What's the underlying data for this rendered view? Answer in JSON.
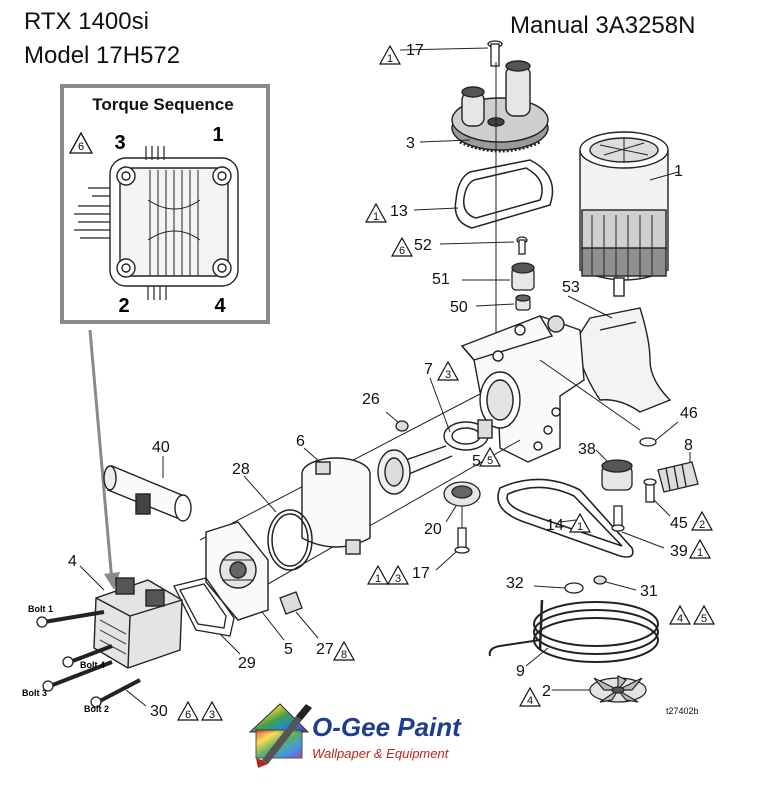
{
  "header": {
    "model_line1": "RTX 1400si",
    "model_line2": "Model 17H572",
    "manual": "Manual 3A3258N"
  },
  "inset": {
    "title": "Torque Sequence",
    "warn_num": "6",
    "seq_top_left": "3",
    "seq_top_right": "1",
    "seq_bottom_left": "2",
    "seq_bottom_right": "4"
  },
  "bolts": {
    "bolt1": "Bolt 1",
    "bolt2": "Bolt 2",
    "bolt3": "Bolt 3",
    "bolt4": "Bolt 4"
  },
  "parts": {
    "p17_top": "17",
    "p3": "3",
    "p1": "1",
    "p13": "13",
    "p52": "52",
    "p51": "51",
    "p50": "50",
    "p53": "53",
    "p7": "7",
    "p26": "26",
    "p46": "46",
    "p6": "6",
    "p40": "40",
    "p8": "8",
    "p38": "38",
    "p28": "28",
    "p5a": "5",
    "p14": "14",
    "p45": "45",
    "p20": "20",
    "p39": "39",
    "p4": "4",
    "p17_bot": "17",
    "p32": "32",
    "p31": "31",
    "p27": "27",
    "p5b": "5",
    "p29": "29",
    "p9": "9",
    "p2": "2",
    "p30": "30"
  },
  "warnings": {
    "w17": "1",
    "w13": "1",
    "w52": "6",
    "w7": "3",
    "w5a": "5",
    "w14": "1",
    "w45": "2",
    "w39": "1",
    "w17b_a": "1",
    "w17b_b": "3",
    "w27": "8",
    "w31_a": "4",
    "w31_b": "5",
    "w2": "4",
    "w30_a": "6",
    "w30_b": "3"
  },
  "figure_code": "t27402b",
  "logo": {
    "name": "O-Gee Paint",
    "tagline": "Wallpaper & Equipment"
  },
  "colors": {
    "line": "#1a1a1a",
    "gray_frame": "#8a8a8a",
    "logo_blue": "#1f3d8f",
    "logo_red": "#b7261e"
  }
}
